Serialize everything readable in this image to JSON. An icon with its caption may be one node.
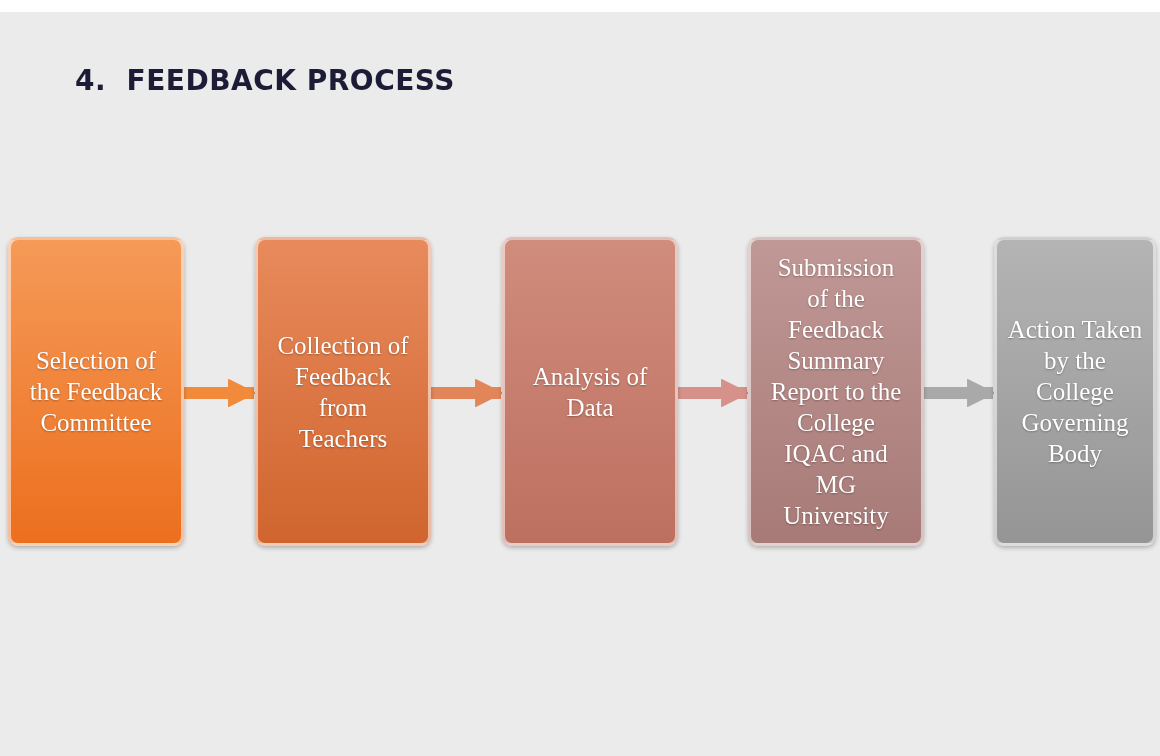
{
  "diagram": {
    "title": "4.  FEEDBACK PROCESS",
    "nodes": [
      {
        "text": [
          "Selection of the Feedback Committee"
        ]
      },
      {
        "text": [
          "Collection of Feedback from Teachers"
        ]
      },
      {
        "text": [
          "Analysis of Data"
        ]
      },
      {
        "text": [
          "Submission of the Feedback Summary Report to the College IQAC and MG University"
        ]
      },
      {
        "text": [
          "Action Taken by the College Governing Body"
        ]
      }
    ],
    "edges": [
      {
        "from": 0,
        "to": 1,
        "arrow": "to",
        "color": "#f28a3c"
      },
      {
        "from": 1,
        "to": 2,
        "arrow": "to",
        "color": "#e2865a"
      },
      {
        "from": 2,
        "to": 3,
        "arrow": "to",
        "color": "#d6928a"
      },
      {
        "from": 3,
        "to": 4,
        "arrow": "to",
        "color": "#a9a9a9"
      }
    ]
  }
}
